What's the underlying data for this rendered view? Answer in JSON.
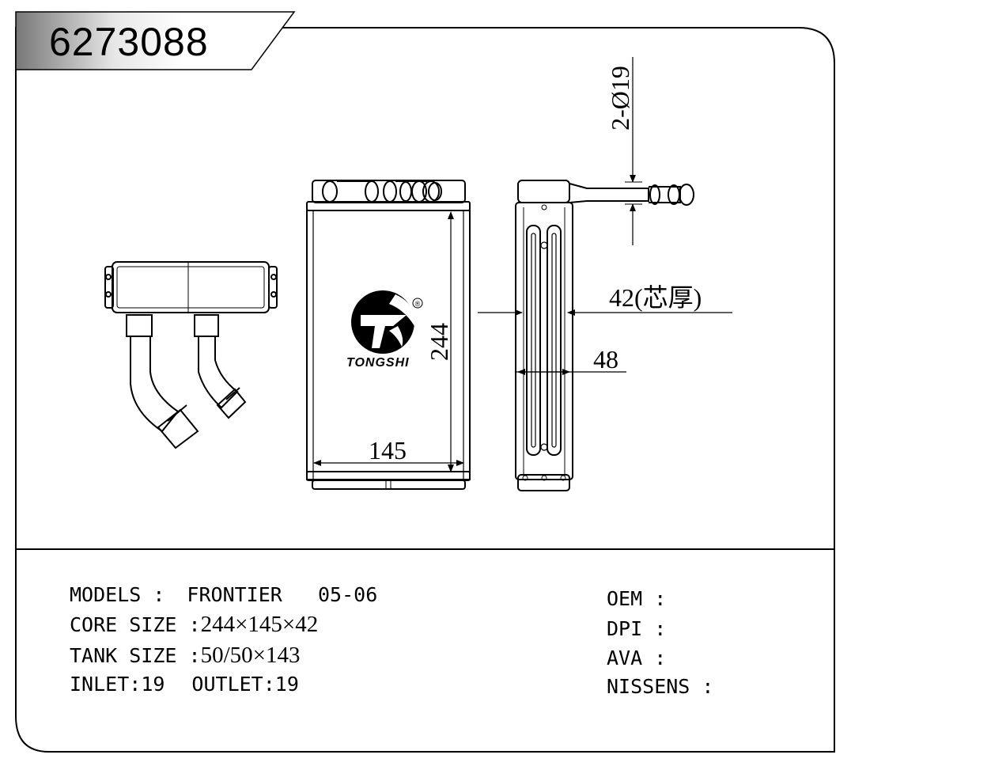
{
  "header": {
    "part_number": "6273088"
  },
  "dimensions": {
    "pipe_label": "2-Ø19",
    "height": "244",
    "width": "145",
    "core_thickness": "42(芯厚)",
    "tank_depth": "48"
  },
  "brand": {
    "name": "TONGSHI",
    "registered": "®"
  },
  "specs": {
    "models_label": "MODELS :",
    "models_value": "FRONTIER   05-06",
    "core_label": "CORE SIZE :",
    "core_value": "244×145×42",
    "tank_label": "TANK SIZE :",
    "tank_value": "50/50×143",
    "inlet_label": "INLET:",
    "inlet_value": "19",
    "outlet_label": "OUTLET:",
    "outlet_value": "19"
  },
  "references": {
    "oem": "OEM :",
    "dpi": "DPI :",
    "ava": "AVA :",
    "nissens": "NISSENS :"
  }
}
